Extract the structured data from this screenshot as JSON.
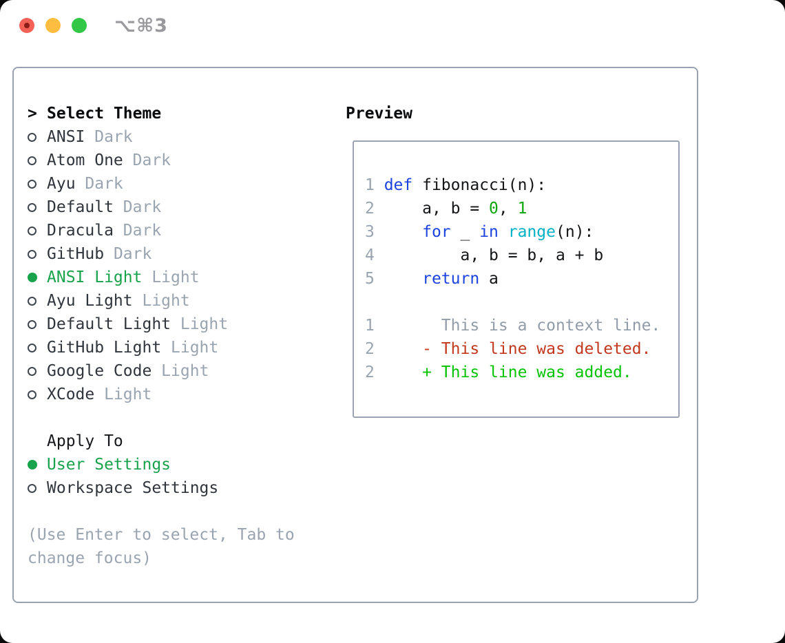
{
  "window": {
    "shortcut": "⌥⌘3"
  },
  "theme_picker": {
    "prompt": ">",
    "title": "Select Theme",
    "items": [
      {
        "name": "ANSI",
        "variant": "Dark",
        "selected": false
      },
      {
        "name": "Atom One",
        "variant": "Dark",
        "selected": false
      },
      {
        "name": "Ayu",
        "variant": "Dark",
        "selected": false
      },
      {
        "name": "Default",
        "variant": "Dark",
        "selected": false
      },
      {
        "name": "Dracula",
        "variant": "Dark",
        "selected": false
      },
      {
        "name": "GitHub",
        "variant": "Dark",
        "selected": false
      },
      {
        "name": "ANSI Light",
        "variant": "Light",
        "selected": true
      },
      {
        "name": "Ayu Light",
        "variant": "Light",
        "selected": false
      },
      {
        "name": "Default Light",
        "variant": "Light",
        "selected": false
      },
      {
        "name": "GitHub Light",
        "variant": "Light",
        "selected": false
      },
      {
        "name": "Google Code",
        "variant": "Light",
        "selected": false
      },
      {
        "name": "XCode",
        "variant": "Light",
        "selected": false
      }
    ]
  },
  "apply_to": {
    "title": "Apply To",
    "options": [
      {
        "label": "User Settings",
        "selected": true
      },
      {
        "label": "Workspace Settings",
        "selected": false
      }
    ]
  },
  "hint": {
    "lines": [
      "(Use Enter to select, Tab to",
      "change focus)"
    ]
  },
  "preview": {
    "title": "Preview",
    "code_lines": [
      {
        "num": "1",
        "segments": [
          {
            "text": "def",
            "color": "keyword"
          },
          {
            "text": " fibonacci(n):",
            "color": "fg"
          }
        ]
      },
      {
        "num": "2",
        "segments": [
          {
            "text": "    a, b = ",
            "color": "fg"
          },
          {
            "text": "0",
            "color": "number"
          },
          {
            "text": ", ",
            "color": "fg"
          },
          {
            "text": "1",
            "color": "number"
          }
        ]
      },
      {
        "num": "3",
        "segments": [
          {
            "text": "    ",
            "color": "fg"
          },
          {
            "text": "for",
            "color": "keyword"
          },
          {
            "text": " _ ",
            "color": "fg"
          },
          {
            "text": "in",
            "color": "keyword"
          },
          {
            "text": " ",
            "color": "fg"
          },
          {
            "text": "range",
            "color": "builtin"
          },
          {
            "text": "(n):",
            "color": "fg"
          }
        ]
      },
      {
        "num": "4",
        "segments": [
          {
            "text": "        a, b = b, a + b",
            "color": "fg"
          }
        ]
      },
      {
        "num": "5",
        "segments": [
          {
            "text": "    ",
            "color": "fg"
          },
          {
            "text": "return",
            "color": "keyword"
          },
          {
            "text": " a",
            "color": "fg"
          }
        ]
      },
      {
        "num": "",
        "segments": []
      },
      {
        "num": "1",
        "segments": [
          {
            "text": "      This is a context line.",
            "color": "context"
          }
        ]
      },
      {
        "num": "2",
        "segments": [
          {
            "text": "    - This line was deleted.",
            "color": "deleted"
          }
        ]
      },
      {
        "num": "2",
        "segments": [
          {
            "text": "    + This line was added.",
            "color": "added"
          }
        ]
      }
    ]
  },
  "colors": {
    "fg": "#141517",
    "keyword": "#1c43df",
    "builtin": "#00b2c7",
    "number": "#0ca60c",
    "context": "#929ca8",
    "deleted": "#c2381f",
    "added": "#00c300",
    "lineno": "#9aa4b0",
    "accent_green": "#17a24b",
    "panel_border": "#9aa2b1"
  }
}
